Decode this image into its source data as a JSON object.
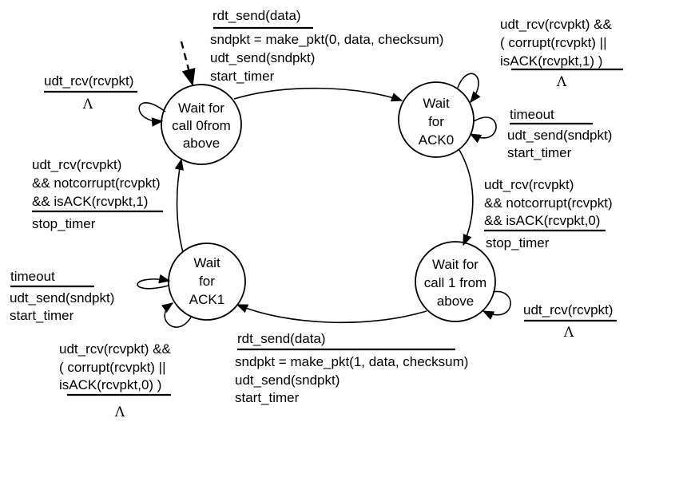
{
  "states": {
    "wait_call0": [
      "Wait for",
      "call 0from",
      "above"
    ],
    "wait_ack0": [
      "Wait",
      "for",
      "ACK0"
    ],
    "wait_call1": [
      "Wait for",
      "call 1 from",
      "above"
    ],
    "wait_ack1": [
      "Wait",
      "for",
      "ACK1"
    ]
  },
  "transitions": {
    "call0_to_ack0": {
      "event": "rdt_send(data)",
      "actions": [
        "sndpkt = make_pkt(0, data, checksum)",
        "udt_send(sndpkt)",
        "start_timer"
      ]
    },
    "ack0_selfloop_corrupt": {
      "event": [
        "udt_rcv(rcvpkt) &&",
        "( corrupt(rcvpkt) ||",
        "isACK(rcvpkt,1) )"
      ],
      "action": "Λ"
    },
    "ack0_timeout": {
      "event": "timeout",
      "actions": [
        "udt_send(sndpkt)",
        "start_timer"
      ]
    },
    "ack0_to_call1": {
      "event": [
        "udt_rcv(rcvpkt)",
        "&& notcorrupt(rcvpkt)",
        "&& isACK(rcvpkt,0)"
      ],
      "action": "stop_timer"
    },
    "call1_selfloop": {
      "event": "udt_rcv(rcvpkt)",
      "action": "Λ"
    },
    "call1_to_ack1": {
      "event": "rdt_send(data)",
      "actions": [
        "sndpkt = make_pkt(1, data, checksum)",
        "udt_send(sndpkt)",
        "start_timer"
      ]
    },
    "ack1_timeout": {
      "event": "timeout",
      "actions": [
        "udt_send(sndpkt)",
        "start_timer"
      ]
    },
    "ack1_selfloop_corrupt": {
      "event": [
        "udt_rcv(rcvpkt) &&",
        "( corrupt(rcvpkt) ||",
        "isACK(rcvpkt,0) )"
      ],
      "action": "Λ"
    },
    "ack1_to_call0": {
      "event": [
        "udt_rcv(rcvpkt)",
        "&& notcorrupt(rcvpkt)",
        "&& isACK(rcvpkt,1)"
      ],
      "action": "stop_timer"
    },
    "call0_selfloop": {
      "event": "udt_rcv(rcvpkt)",
      "action": "Λ"
    }
  }
}
